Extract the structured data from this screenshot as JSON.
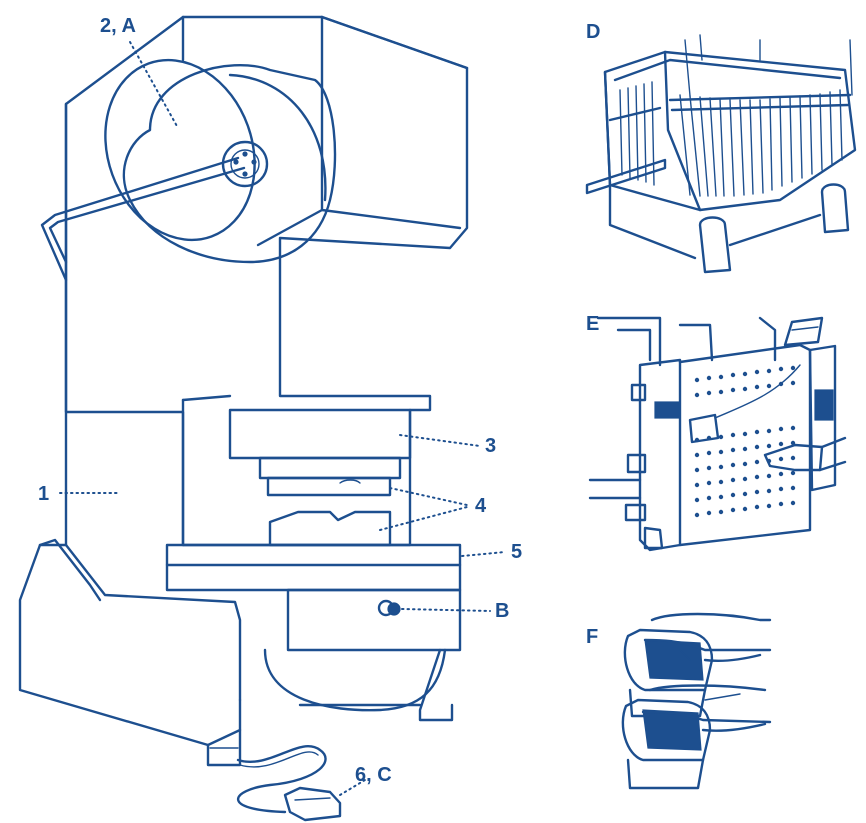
{
  "labels": {
    "flywheel": "2, A",
    "frame": "1",
    "ram": "3",
    "dies": "4",
    "bolster": "5",
    "control_button": "B",
    "foot_pedal": "6, C",
    "guard_d": "D",
    "guard_e": "E",
    "guard_f": "F"
  },
  "colors": {
    "line": "#1d4f8f",
    "background": "#ffffff"
  }
}
